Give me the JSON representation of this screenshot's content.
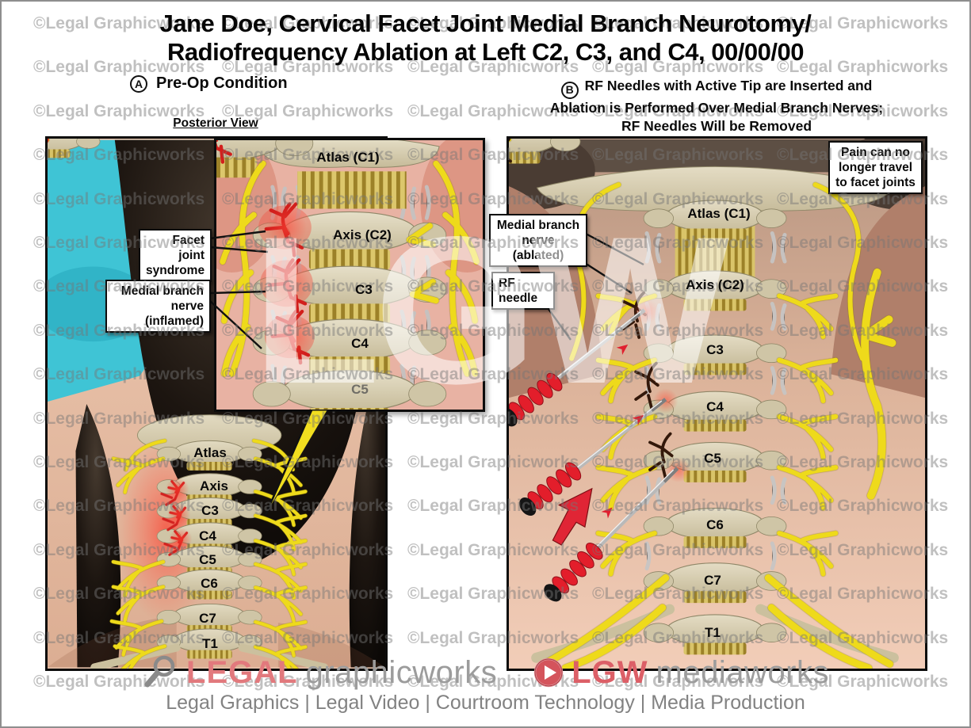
{
  "title": {
    "line1": "Jane Doe, Cervical Facet Joint Medial Branch Neurotomy/",
    "line2": "Radiofrequency Ablation at Left C2, C3, and C4, 00/00/00"
  },
  "watermark": {
    "tile": "©Legal Graphicworks",
    "big": "LGW"
  },
  "panel_a": {
    "letter": "A",
    "heading": "Pre-Op Condition",
    "view_label": "Posterior View",
    "callout_facet": "Facet joint syndrome",
    "callout_inflamed": "Medial branch nerve (inflamed)",
    "inset_labels": [
      "Atlas (C1)",
      "Axis (C2)",
      "C3",
      "C4",
      "C5"
    ],
    "figure_labels": [
      "Atlas",
      "Axis",
      "C3",
      "C4",
      "C5",
      "C6",
      "C7",
      "T1"
    ]
  },
  "panel_b": {
    "letter": "B",
    "heading_line1": "RF Needles with Active Tip are Inserted and",
    "heading_line2": "Ablation is Performed Over Medial Branch Nerves;",
    "heading_line3": "RF Needles Will be Removed",
    "note": "Pain can no longer travel to facet joints",
    "callout_ablated": "Medial branch nerve (ablated)",
    "callout_needle": "RF needle",
    "figure_labels": [
      "Atlas (C1)",
      "Axis (C2)",
      "C3",
      "C4",
      "C5",
      "C6",
      "C7",
      "T1"
    ]
  },
  "footer": {
    "brand1_strong": "LEGAL",
    "brand1_rest": "graphicworks",
    "brand2_strong": "LGW",
    "brand2_rest": "mediaworks",
    "tagline": "Legal Graphics | Legal Video | Courtroom Technology | Media Production"
  },
  "colors": {
    "nerve_yellow": "#eeda1b",
    "inflamed_red": "#d22220",
    "ablated_brown": "#33180a",
    "teal": "#3fc4d5",
    "brand_red": "#dc5f67",
    "brand_gray": "#9c9c9c"
  }
}
